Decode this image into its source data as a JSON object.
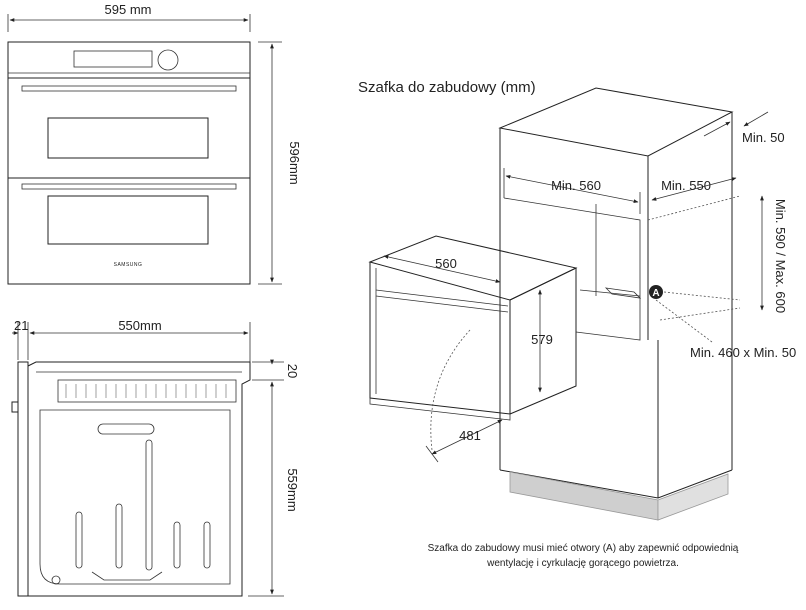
{
  "front_view": {
    "width_label": "595 mm",
    "height_label": "596mm",
    "brand": "SAMSUNG"
  },
  "side_view": {
    "door_label": "21",
    "depth_label": "550mm",
    "top_label": "20",
    "height_label": "559mm"
  },
  "cabinet_view": {
    "title": "Szafka do zabudowy (mm)",
    "gap_label": "Min. 50",
    "width_label": "Min. 560",
    "depth_label": "Min. 550",
    "height_label": "Min. 590 / Max. 600",
    "oven_width_label": "560",
    "oven_height_label": "579",
    "door_swing_label": "481",
    "vent_marker": "A",
    "vent_label": "Min. 460 x Min. 50"
  },
  "footnote": {
    "line1": "Szafka do zabudowy musi mieć otwory (A) aby zapewnić odpowiednią",
    "line2": "wentylację i cyrkulację gorącego powietrza."
  }
}
